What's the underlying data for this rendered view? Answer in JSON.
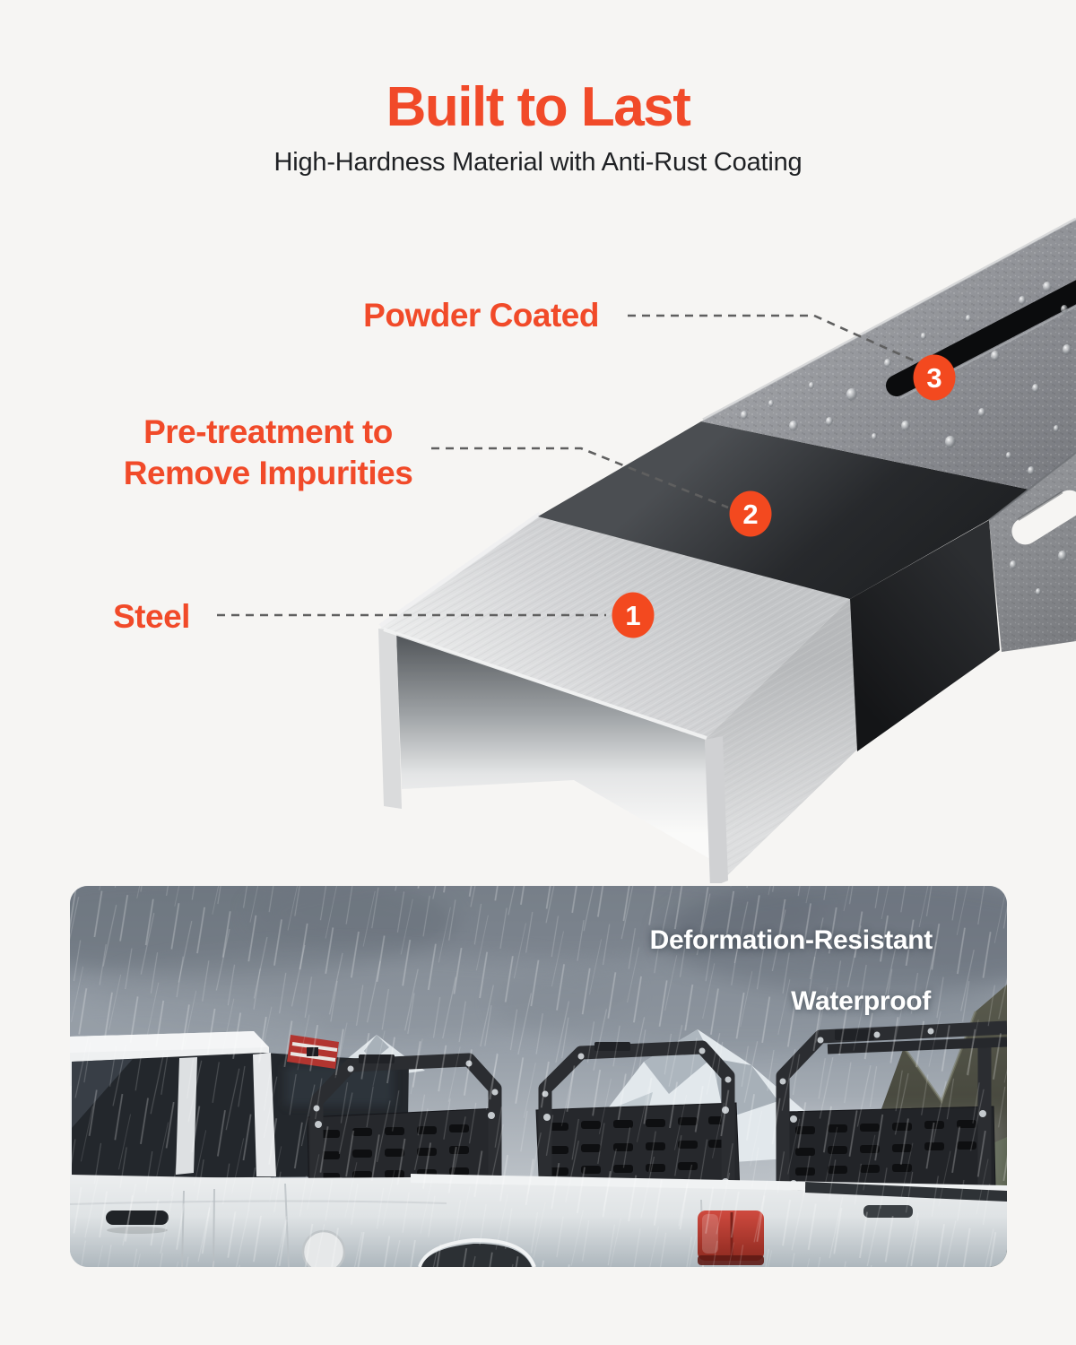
{
  "page": {
    "background_color": "#f6f5f3"
  },
  "header": {
    "title": "Built to Last",
    "subtitle": "High-Hardness Material with Anti-Rust Coating"
  },
  "colors": {
    "accent_orange": "#f14a29",
    "badge_orange": "#f3491f",
    "heading_dark": "#1f2124",
    "caption_white": "#ffffff"
  },
  "diagram": {
    "callouts": [
      {
        "number": "1",
        "label_lines": [
          "Steel"
        ]
      },
      {
        "number": "2",
        "label_lines": [
          "Pre-treatment to",
          "Remove Impurities"
        ]
      },
      {
        "number": "3",
        "label_lines": [
          "Powder Coated"
        ]
      }
    ]
  },
  "photo": {
    "captions": [
      "Deformation-Resistant",
      "Waterproof"
    ]
  }
}
